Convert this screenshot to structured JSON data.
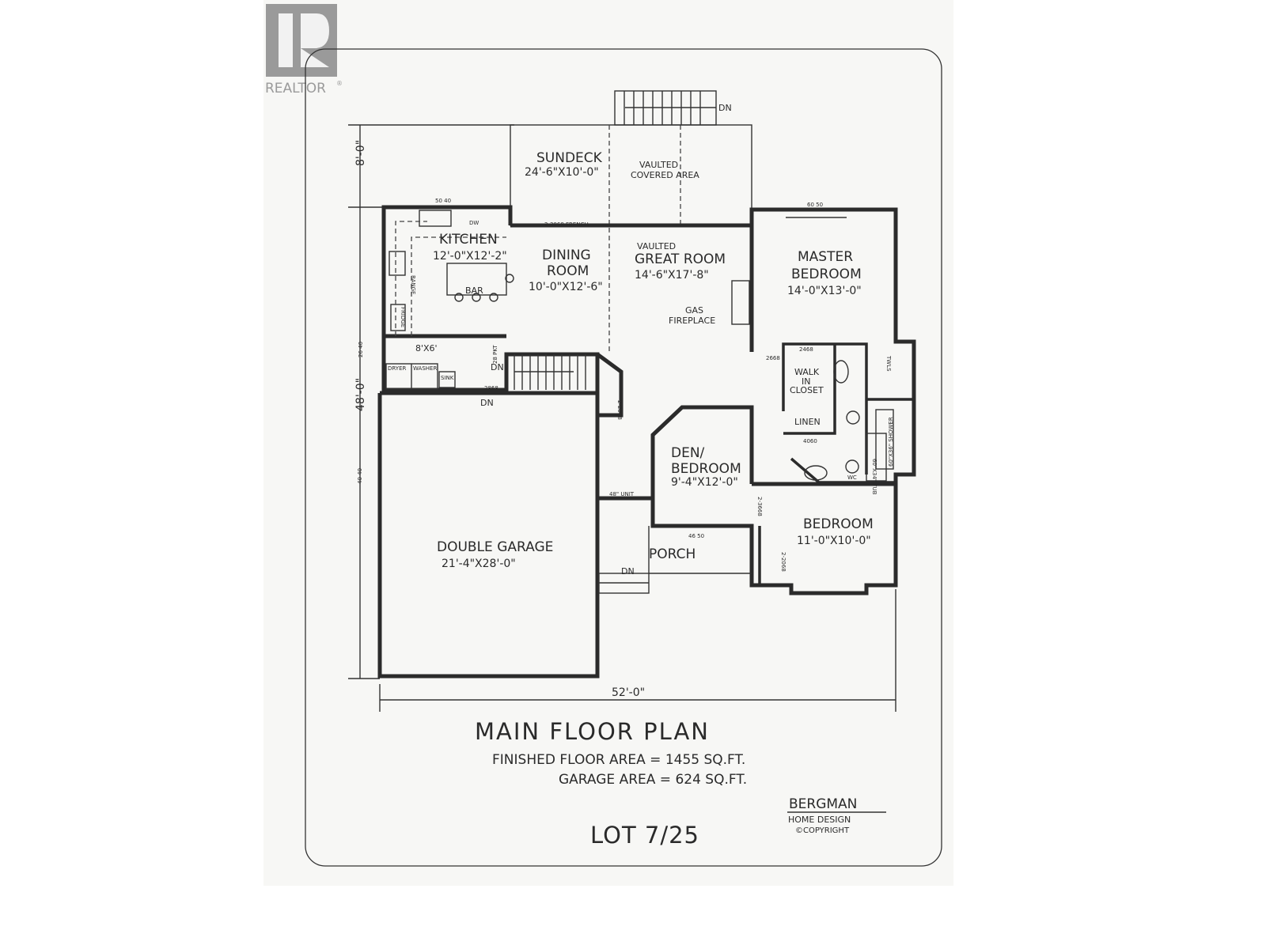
{
  "logo": {
    "text": "REALTOR",
    "mark": "®",
    "color": "#9a9a9a"
  },
  "rooms": {
    "sundeck": {
      "name": "SUNDECK",
      "size": "24'-6\"X10'-0\""
    },
    "covered": {
      "line1": "VAULTED",
      "line2": "COVERED AREA"
    },
    "kitchen": {
      "name": "KITCHEN",
      "size": "12'-0\"X12'-2\""
    },
    "dining": {
      "line1": "DINING",
      "line2": "ROOM",
      "size": "10'-0\"X12'-6\""
    },
    "great": {
      "line1": "VAULTED",
      "line2": "GREAT ROOM",
      "size": "14'-6\"X17'-8\""
    },
    "fireplace": {
      "line1": "GAS",
      "line2": "FIREPLACE"
    },
    "master": {
      "line1": "MASTER",
      "line2": "BEDROOM",
      "size": "14'-0\"X13'-0\""
    },
    "laundry": {
      "size": "8'X6'"
    },
    "walkin": {
      "line1": "WALK",
      "line2": "IN",
      "line3": "CLOSET"
    },
    "linen": "LINEN",
    "den": {
      "line1": "DEN/",
      "line2": "BEDROOM",
      "size": "9'-4\"X12'-0\""
    },
    "bedroom": {
      "name": "BEDROOM",
      "size": "11'-0\"X10'-0\""
    },
    "garage": {
      "name": "DOUBLE GARAGE",
      "size": "21'-4\"X28'-0\""
    },
    "porch": "PORCH"
  },
  "fixtures": {
    "bar": "BAR",
    "range": "RANGE",
    "fridge": "FRIDGE",
    "dw": "DW",
    "dryer": "DRYER",
    "washer": "WASHER",
    "sink": "SINK",
    "shower": "60\"X36\" SHOWER",
    "tub": "60\"X34\" TUB",
    "towels": "TWLS",
    "unit": "48\" UNIT",
    "pkt": "28 PKT",
    "wc": "WC"
  },
  "doors": {
    "french": "2-3068 FRENCH",
    "d2868": "2868",
    "d2668": "2668",
    "d2468": "2468",
    "d4060": "4060",
    "d2068": "2-2068",
    "d3668": "2-3668",
    "d2068b": "2-2068"
  },
  "windows": {
    "w5040": "50 40",
    "w6050": "60 50",
    "w2640": "26 40",
    "w4040": "40 40",
    "w4650": "46 50"
  },
  "stairs": {
    "dn": "DN"
  },
  "dimensions": {
    "top": "8'-0\"",
    "left": "48'-0\"",
    "bottom": "52'-0\""
  },
  "title": {
    "main": "MAIN FLOOR PLAN",
    "finished": "FINISHED FLOOR AREA = 1455 SQ.FT.",
    "garage": "GARAGE AREA = 624 SQ.FT.",
    "lot": "LOT 7/25"
  },
  "designer": {
    "name": "BERGMAN",
    "sub": "HOME DESIGN",
    "copyright": "©COPYRIGHT"
  }
}
